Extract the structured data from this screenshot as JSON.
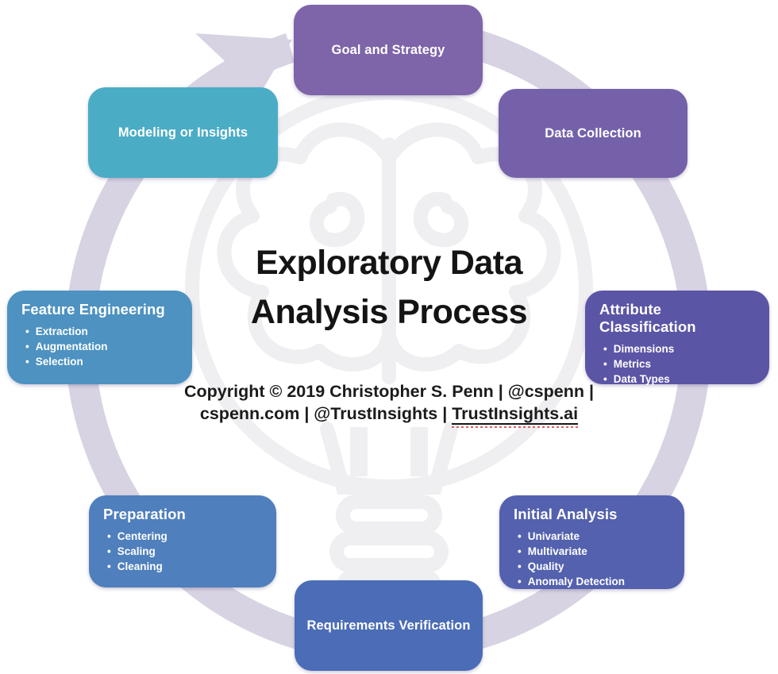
{
  "title": {
    "line1": "Exploratory Data",
    "line2": "Analysis Process"
  },
  "copyright": {
    "line1": "Copyright © 2019 Christopher S. Penn | @cspenn |",
    "line2_prefix": "cspenn.com | @TrustInsights | ",
    "link": "TrustInsights.ai"
  },
  "nodes": [
    {
      "id": "goal-and-strategy",
      "label": "Goal and Strategy",
      "color": "#7E64A8",
      "bullets": []
    },
    {
      "id": "data-collection",
      "label": "Data Collection",
      "color": "#7561A9",
      "bullets": []
    },
    {
      "id": "attribute-classification",
      "label": "Attribute Classification",
      "color": "#5B55A6",
      "bullets": [
        "Dimensions",
        "Metrics",
        "Data Types"
      ]
    },
    {
      "id": "initial-analysis",
      "label": "Initial Analysis",
      "color": "#5361AE",
      "bullets": [
        "Univariate",
        "Multivariate",
        "Quality",
        "Anomaly Detection"
      ]
    },
    {
      "id": "requirements-verification",
      "label": "Requirements Verification",
      "color": "#4B6CB6",
      "bullets": []
    },
    {
      "id": "preparation",
      "label": "Preparation",
      "color": "#4F7FBD",
      "bullets": [
        "Centering",
        "Scaling",
        "Cleaning"
      ]
    },
    {
      "id": "feature-engineering",
      "label": "Feature Engineering",
      "color": "#4D92C1",
      "bullets": [
        "Extraction",
        "Augmentation",
        "Selection"
      ]
    },
    {
      "id": "modeling-or-insights",
      "label": "Modeling or Insights",
      "color": "#4BACC5",
      "bullets": []
    }
  ],
  "decoration": {
    "ring_color": "#D7D3E2",
    "watermark_color": "#EFEFF2",
    "watermark_name": "brain-inside-lightbulb",
    "cycle_direction": "clockwise"
  }
}
